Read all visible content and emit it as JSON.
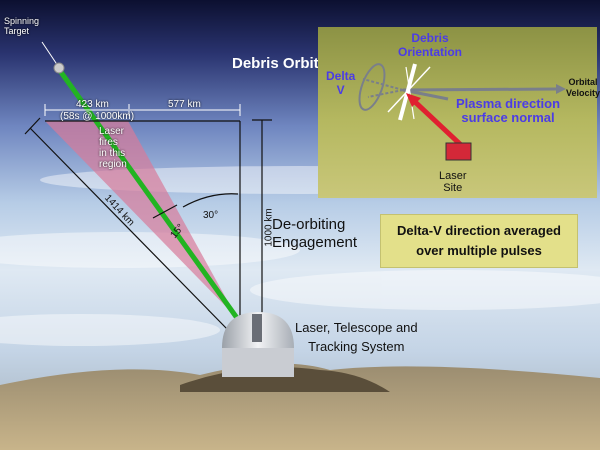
{
  "labels": {
    "spinning_target": [
      "Spinning",
      "Target"
    ],
    "debris_orbit": "Debris Orbit",
    "dist_423": "423 km",
    "dist_423_sub": "(58s @ 1000km)",
    "dist_577": "577 km",
    "laser_fires": [
      "Laser",
      "fires",
      "in this",
      "region"
    ],
    "dist_1414": "1414 km",
    "dist_1000": "1000 km",
    "angle_30": "30°",
    "angle_15": "15°",
    "deorbiting": [
      "De-orbiting",
      "Engagement"
    ],
    "station": [
      "Laser, Telescope and",
      "Tracking System"
    ]
  },
  "inset": {
    "debris_orientation": [
      "Debris",
      "Orientation"
    ],
    "delta_v": [
      "Delta",
      "V"
    ],
    "orbital_velocity": [
      "Orbital",
      "Velocity"
    ],
    "plasma": [
      "Plasma direction",
      "surface normal"
    ],
    "laser_site": [
      "Laser",
      "Site"
    ]
  },
  "note": [
    "Delta-V direction averaged",
    "over multiple pulses"
  ],
  "colors": {
    "beam": "#22b422",
    "wedge": "#d77a9a",
    "laser": "#e02030",
    "inset_text": "#4b3ce6"
  }
}
